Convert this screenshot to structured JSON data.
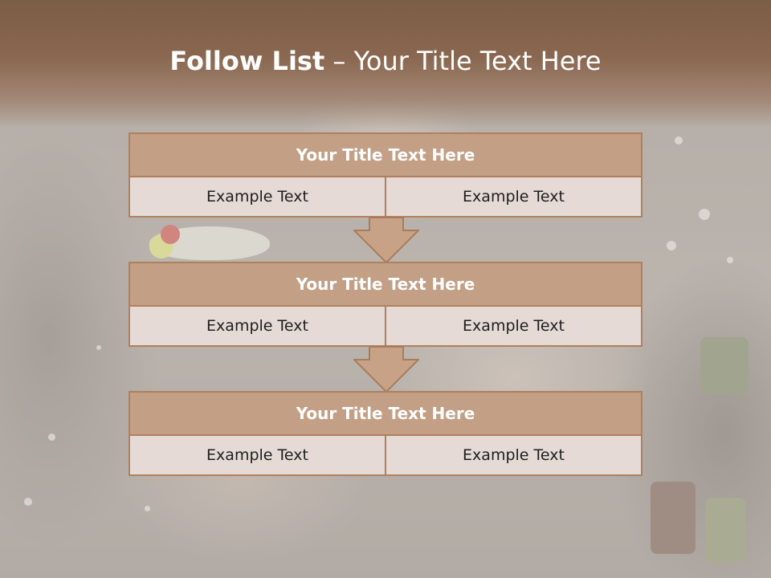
{
  "slide": {
    "title_bold": "Follow List",
    "title_rest": " – Your Title Text Here"
  },
  "steps": [
    {
      "title": "Your Title Text Here",
      "left": "Example Text",
      "right": "Example Text"
    },
    {
      "title": "Your Title Text Here",
      "left": "Example Text",
      "right": "Example Text"
    },
    {
      "title": "Your Title Text Here",
      "left": "Example Text",
      "right": "Example Text"
    }
  ],
  "colors": {
    "header_fill": "#c29f85",
    "border": "#b0805e",
    "cell_fill": "#e5dad5",
    "title_bar": "#7c5d45",
    "arrow_fill": "#c7a287"
  }
}
